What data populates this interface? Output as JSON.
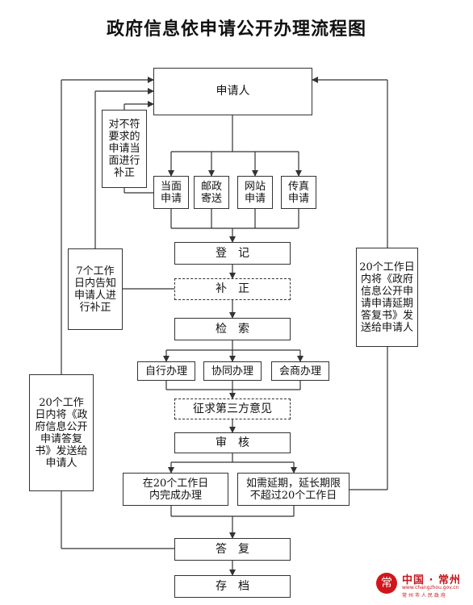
{
  "title": "政府信息依申请公开办理流程图",
  "nodes": {
    "applicant": "申请人",
    "correct_note": "对不符要求的申请当面进行补正",
    "in_person": "当面申请",
    "mail": "邮政寄送",
    "website": "网站申请",
    "fax": "传真申请",
    "register": "登　记",
    "supplement": "补　正",
    "search": "检　索",
    "self_handle": "自行办理",
    "joint_handle": "协同办理",
    "consult_handle": "会商办理",
    "third_party": "征求第三方意见",
    "review": "审　核",
    "complete_20": "在20个工作日内完成办理",
    "extension": "如需延期，延长期限不超过20个工作日",
    "reply": "答　复",
    "archive": "存　档",
    "notice_7": "7个工作日内告知申请人进行补正",
    "extension_notice": "20个工作日内将《政府信息公开申请申请延期答复书》发送给申请人",
    "reply_notice": "20个工作日内将《政府信息公开申请答复书》发送给申请人"
  },
  "logo": {
    "text": "中国 · 常州",
    "url": "www.changzhou.gov.cn",
    "subtitle": "常州市人民政府"
  }
}
